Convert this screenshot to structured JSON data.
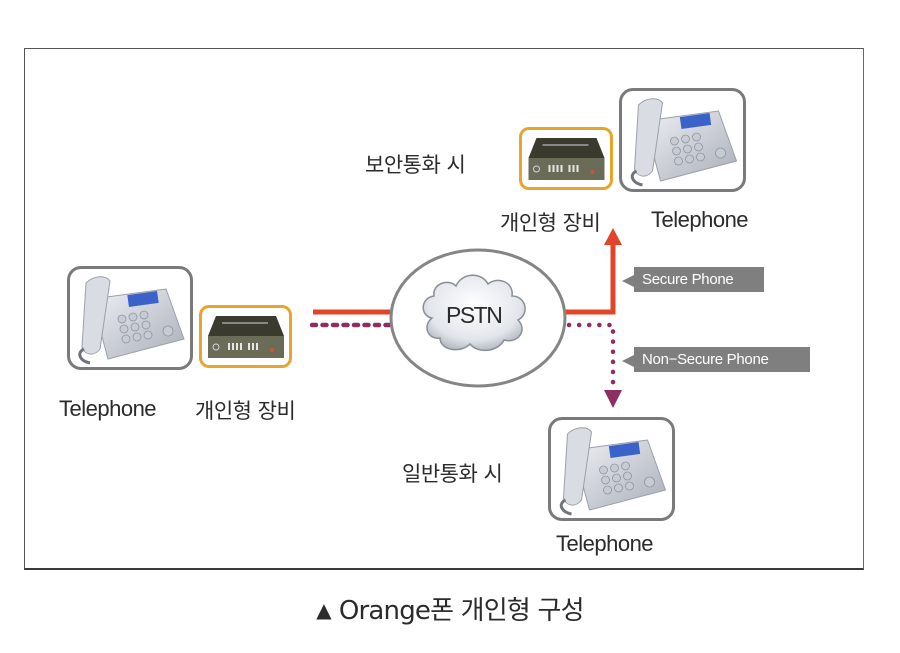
{
  "diagram": {
    "title": "Orange폰 개인형 구성",
    "title_marker": "▲",
    "network": {
      "label": "PSTN",
      "icon": "cloud-icon"
    },
    "left_endpoint": {
      "telephone_label": "Telephone",
      "device_label": "개인형 장비"
    },
    "secure_branch": {
      "heading": "보안통화 시",
      "device_label": "개인형 장비",
      "telephone_label": "Telephone",
      "line_tag": "Secure Phone",
      "line_style": "solid",
      "line_color": "#e0452a"
    },
    "nonsecure_branch": {
      "heading": "일반통화 시",
      "telephone_label": "Telephone",
      "line_tag": "Non−Secure Phone",
      "line_style": "dotted",
      "line_color": "#8e2d62"
    },
    "colors": {
      "device_border": "#e8a52c",
      "phone_border": "#7a7a7a",
      "tag_background": "#7f7f7f"
    }
  }
}
